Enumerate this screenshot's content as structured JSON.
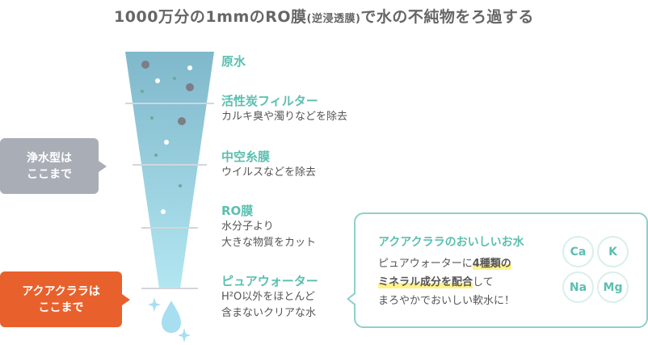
{
  "title": {
    "main": "1000万分の1mmのRO膜",
    "sub": "(逆浸透膜)",
    "tail": "で水の不純物をろ過する"
  },
  "stages": [
    {
      "name": "原水",
      "desc": ""
    },
    {
      "name": "活性炭フィルター",
      "desc": "カルキ臭や濁りなどを除去"
    },
    {
      "name": "中空糸膜",
      "desc": "ウイルスなどを除去"
    },
    {
      "name": "RO膜",
      "desc": "水分子より",
      "desc2": "大きな物質をカット"
    },
    {
      "name": "ピュアウォーター",
      "desc": "H²O以外をほとんど",
      "desc2": "含まないクリアな水"
    }
  ],
  "badges": {
    "purifier": {
      "line1": "浄水型は",
      "line2": "ここまで"
    },
    "aqua": {
      "line1": "アクアクララは",
      "line2": "ここまで"
    }
  },
  "callout": {
    "title": "アクアクララのおいしいお水",
    "line1_pre": "ピュアウォーターに",
    "line1_hl": "4種類の",
    "line2_hl": "ミネラル成分を配合",
    "line2_post": "して",
    "line3": "まろやかでおいしい軟水に！"
  },
  "minerals": [
    "Ca",
    "K",
    "Na",
    "Mg"
  ],
  "colors": {
    "accent": "#5bbfb0",
    "gray_badge": "#a9adb6",
    "orange_badge": "#e8612c",
    "funnel_top": "#7fb8cb",
    "funnel_bottom": "#b2e6f1",
    "highlight": "#fff28a"
  }
}
